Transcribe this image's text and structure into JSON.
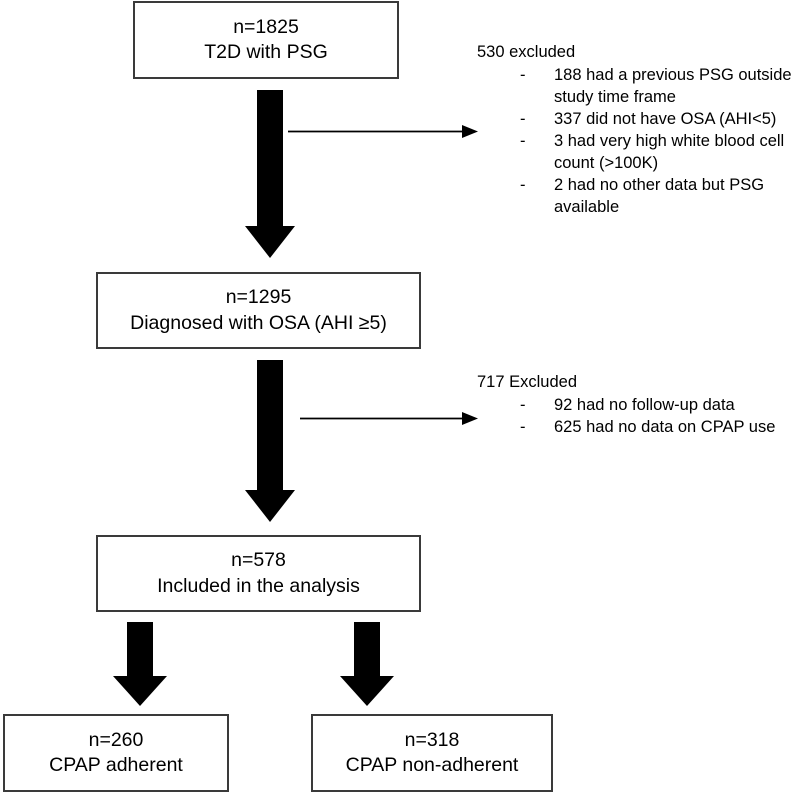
{
  "figure": {
    "type": "participant-flow-diagram",
    "title": "Study participant flow (CONSORT-style)"
  },
  "boxes": [
    {
      "id": "top",
      "name": "t2d-with-psg",
      "line1": "n=1825",
      "line2": "T2D with PSG"
    },
    {
      "id": "osa",
      "name": "diagnosed-with-osa",
      "line1": "n=1295",
      "line2": "Diagnosed with OSA (AHI ≥5)"
    },
    {
      "id": "included",
      "name": "included-in-analysis",
      "line1": "n=578",
      "line2": "Included in the analysis"
    },
    {
      "id": "adherent",
      "name": "cpap-adherent",
      "line1": "n=260",
      "line2": "CPAP adherent"
    },
    {
      "id": "nonadherent",
      "name": "cpap-non-adherent",
      "line1": "n=318",
      "line2": "CPAP non-adherent"
    }
  ],
  "exclusions": [
    {
      "id": "excl-1",
      "title": "530 excluded",
      "dash": "-",
      "items": [
        "188 had a previous PSG outside study time frame",
        "337 did not have OSA (AHI<5)",
        "3 had very high white blood cell count (>100K)",
        "2 had no other data but PSG available"
      ]
    },
    {
      "id": "excl-2",
      "title": "717 Excluded",
      "dash": "-",
      "items": [
        "92 had no follow-up data",
        "625 had no data on CPAP use"
      ]
    }
  ],
  "colors": {
    "box_border": "#3a3a3a",
    "arrow_fill": "#000000",
    "text": "#000000",
    "background": "#ffffff"
  },
  "chart_data": {
    "type": "diagram",
    "title": "Participant flow diagram",
    "nodes": [
      {
        "label": "T2D with PSG",
        "n": 1825
      },
      {
        "label": "Diagnosed with OSA (AHI ≥5)",
        "n": 1295
      },
      {
        "label": "Included in the analysis",
        "n": 578
      },
      {
        "label": "CPAP adherent",
        "n": 260
      },
      {
        "label": "CPAP non-adherent",
        "n": 318
      }
    ],
    "exclusions": [
      {
        "total": 530,
        "reasons": [
          {
            "n": 188,
            "reason": "had a previous PSG outside study time frame"
          },
          {
            "n": 337,
            "reason": "did not have OSA (AHI<5)"
          },
          {
            "n": 3,
            "reason": "had very high white blood cell count (>100K)"
          },
          {
            "n": 2,
            "reason": "had no other data but PSG available"
          }
        ]
      },
      {
        "total": 717,
        "reasons": [
          {
            "n": 92,
            "reason": "had no follow-up data"
          },
          {
            "n": 625,
            "reason": "had no data on CPAP use"
          }
        ]
      }
    ]
  }
}
